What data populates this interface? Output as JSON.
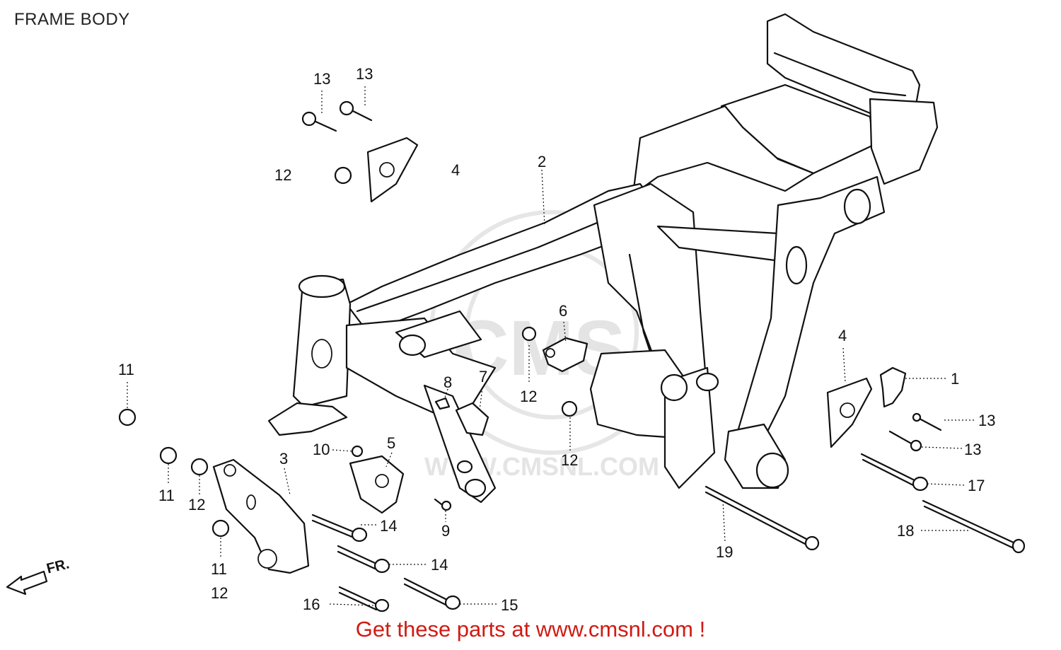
{
  "title": "FRAME BODY",
  "watermark": {
    "logo_text": "CMS",
    "url_text": "WWW.CMSNL.COM"
  },
  "direction_marker": "FR.",
  "banner": "Get these parts at www.cmsnl.com !",
  "banner_color": "#d11a12",
  "callouts": [
    {
      "id": "c13a",
      "text": "13"
    },
    {
      "id": "c13b",
      "text": "13"
    },
    {
      "id": "c12a",
      "text": "12"
    },
    {
      "id": "c4a",
      "text": "4"
    },
    {
      "id": "c2",
      "text": "2"
    },
    {
      "id": "c6",
      "text": "6"
    },
    {
      "id": "c12b",
      "text": "12"
    },
    {
      "id": "c8",
      "text": "8"
    },
    {
      "id": "c7",
      "text": "7"
    },
    {
      "id": "c12c",
      "text": "12"
    },
    {
      "id": "c11a",
      "text": "11"
    },
    {
      "id": "c11b",
      "text": "11"
    },
    {
      "id": "c12d",
      "text": "12"
    },
    {
      "id": "c3",
      "text": "3"
    },
    {
      "id": "c10",
      "text": "10"
    },
    {
      "id": "c5",
      "text": "5"
    },
    {
      "id": "c14a",
      "text": "14"
    },
    {
      "id": "c9",
      "text": "9"
    },
    {
      "id": "c11c",
      "text": "11"
    },
    {
      "id": "c12e",
      "text": "12"
    },
    {
      "id": "c14b",
      "text": "14"
    },
    {
      "id": "c16",
      "text": "16"
    },
    {
      "id": "c15",
      "text": "15"
    },
    {
      "id": "c4b",
      "text": "4"
    },
    {
      "id": "c1",
      "text": "1"
    },
    {
      "id": "c13c",
      "text": "13"
    },
    {
      "id": "c13d",
      "text": "13"
    },
    {
      "id": "c17",
      "text": "17"
    },
    {
      "id": "c18",
      "text": "18"
    },
    {
      "id": "c19",
      "text": "19"
    }
  ]
}
